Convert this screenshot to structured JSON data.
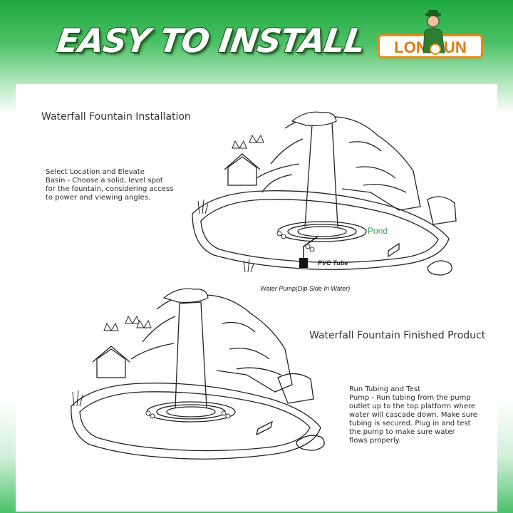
{
  "header": {
    "headline": "EASY TO INSTALL",
    "brand": "LONG UN",
    "brand_color": "#e07a10",
    "background_color": "#1ea83f"
  },
  "installation": {
    "title": "Waterfall Fountain Installation",
    "step": "Select Location and Elevate\nBasin - Choose a solid, level spot\nfor the fountain, considering access\nto power and viewing angles.",
    "labels": {
      "pond": "Pond",
      "pvc_tube": "PVC Tube",
      "water_pump": "Water Pump(Dip Side In Water)"
    }
  },
  "finished": {
    "title": "Waterfall Fountain Finished Product",
    "step": "Run Tubing and Test\nPump - Run tubing from the pump\noutlet up to the top platform where\nwater will cascade down. Make sure\ntubing is secured. Plug in and test\nthe pump to make sure water\nflows properly."
  },
  "icons": [
    "mascot-icon",
    "butterfly-icon",
    "house-icon",
    "rock-icon",
    "plant-icon"
  ]
}
